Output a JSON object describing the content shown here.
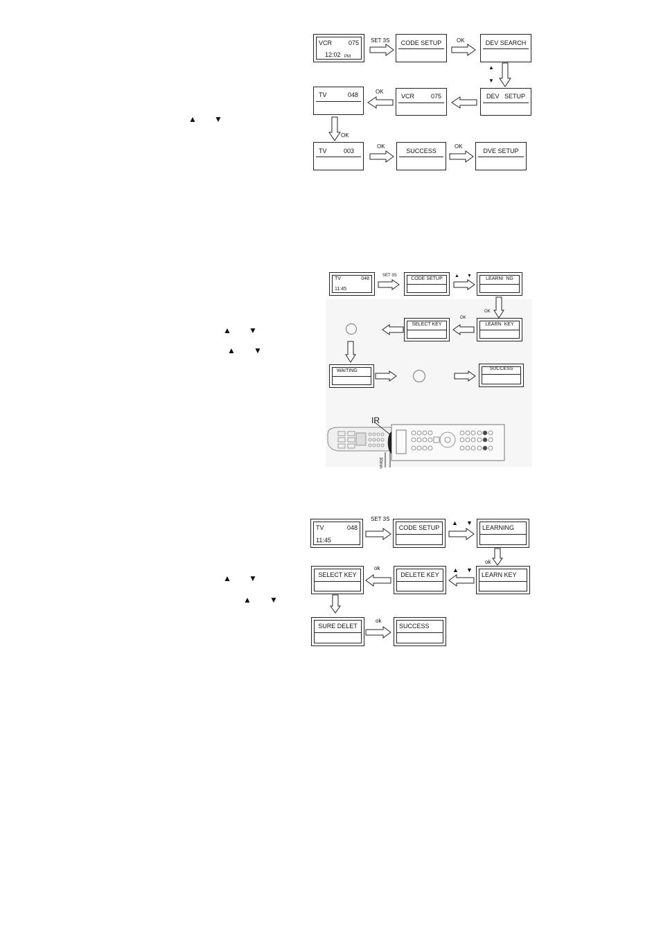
{
  "diagram1": {
    "lcd_vcr": {
      "l1": "VCR",
      "r1": "075",
      "time": "12:02",
      "ampm": "PM"
    },
    "code_setup": "CODE SETUP",
    "dev_search": "DEV SEARCH",
    "dev_setup": "DEV   SETUP",
    "vcr_075": {
      "l": "VCR",
      "r": "075"
    },
    "tv_048": {
      "l": "TV",
      "r": "048"
    },
    "tv_003": {
      "l": "TV",
      "r": "003"
    },
    "success": "SUCCESS",
    "dve_setup": "DVE SETUP",
    "label_set3s": "SET  3S",
    "label_ok": "OK"
  },
  "diagram2": {
    "lcd_tv": {
      "l1": "TV",
      "r1": "048",
      "time": "11:45"
    },
    "code_setup": "CODE SETUP",
    "learning": "LEARNI  NG",
    "learn_key": "LEARN  KEY",
    "select_key": "SELECT KEY",
    "waiting": "WAITING",
    "success": "SUCCESS",
    "label_set3s": "SET 3S",
    "label_ok": "OK",
    "ir_label": "IR",
    "distance_label": "30mm"
  },
  "diagram3": {
    "lcd_tv": {
      "l1": "TV",
      "r1": "048",
      "time": "11:45"
    },
    "code_setup": "CODE SETUP",
    "learning": "LEARNING",
    "learn_key": "LEARN KEY",
    "delete_key": "DELETE KEY",
    "select_key": "SELECT KEY",
    "sure_delet": "SURE DELET",
    "success": "SUCCESS",
    "label_set3s": "SET 3S",
    "label_ok": "ok"
  },
  "symbols": {
    "up": "▲",
    "down": "▼"
  }
}
